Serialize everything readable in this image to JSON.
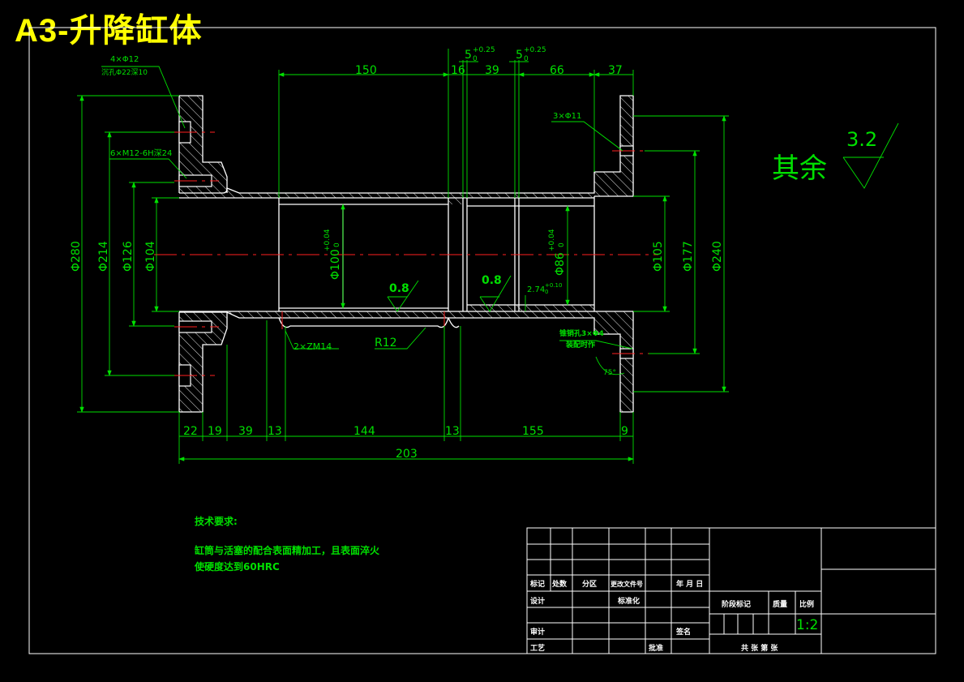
{
  "title": "A3-升降缸体",
  "roughness_rest": {
    "label": "其余",
    "value": "3.2"
  },
  "roughness_inner": [
    "0.8",
    "0.8"
  ],
  "annotations": {
    "hole4": "4×Φ12",
    "hole4_sub": "沉孔Φ22深10",
    "thread6": "6×M12-6H深24",
    "hole3": "3×Φ11",
    "zm": "2×ZM14",
    "r12": "R12",
    "pin": "锥销孔3×Φ4",
    "pin_sub": "装配时作",
    "angle": "75°",
    "groove1": "5",
    "groove1_tol": "+0.25",
    "groove1_tol0": "0",
    "groove2": "5",
    "groove2_tol": "+0.25",
    "groove2_tol0": "0",
    "d274": "2.74",
    "d274_tol": "+0.10",
    "d274_tol0": "0"
  },
  "dims_top": [
    "150",
    "16",
    "39",
    "66",
    "37"
  ],
  "dims_bottom": [
    "22",
    "19",
    "39",
    "13",
    "144",
    "13",
    "155",
    "9"
  ],
  "dim_total": "203",
  "dims_left": [
    "Φ280",
    "Φ214",
    "Φ126",
    "Φ104"
  ],
  "dims_mid": [
    "Φ100",
    "Φ86"
  ],
  "dims_mid_tol": [
    "+0.04",
    "+0.04"
  ],
  "dims_mid_tol0": [
    "0",
    "0"
  ],
  "dims_right": [
    "Φ105",
    "Φ177",
    "Φ240"
  ],
  "tech_req": {
    "heading": "技术要求:",
    "line1": "缸筒与活塞的配合表面精加工，且表面淬火",
    "line2": "使硬度达到60HRC"
  },
  "title_block": {
    "mark": "标记",
    "count": "处数",
    "zone": "分区",
    "doc": "更改文件号",
    "date": "年 月 日",
    "design": "设计",
    "standard": "标准化",
    "review": "审计",
    "sign": "签名",
    "craft": "工艺",
    "approve": "批准",
    "stage": "阶段标记",
    "mass": "质量",
    "ratio": "比例",
    "scale": "1:2",
    "sheets": "共   张   第   张"
  },
  "colors": {
    "outline": "#ffffff",
    "dim": "#00e000",
    "center": "#ff2020",
    "title": "#ffff00"
  }
}
